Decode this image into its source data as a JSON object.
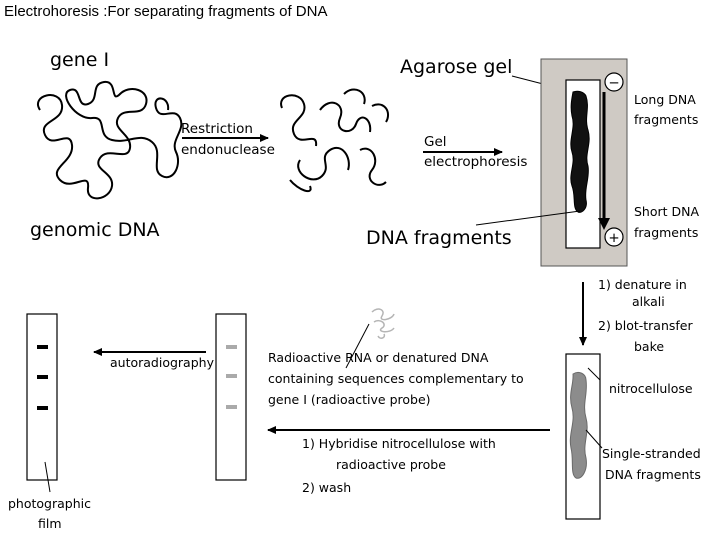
{
  "title": "Electrohoresis :For separating fragments of DNA",
  "labels": {
    "gene": "gene I",
    "genomic_dna": "genomic DNA",
    "restriction_line1": "Restriction",
    "restriction_line2": "endonuclease",
    "gel_line1": "Gel",
    "gel_line2": "electrophoresis",
    "agarose_gel": "Agarose gel",
    "dna_fragments": "DNA fragments",
    "long_line1": "Long DNA",
    "long_line2": "fragments",
    "short_line1": "Short DNA",
    "short_line2": "fragments",
    "minus": "−",
    "plus": "+",
    "step1_line1": "1) denature in",
    "step1_line2": "alkali",
    "step2_line1": "2) blot-transfer",
    "step2_line2": "bake",
    "nitrocellulose": "nitrocellulose",
    "ss_line1": "Single-stranded",
    "ss_line2": "DNA fragments",
    "hyb_line1": "1) Hybridise nitrocellulose with",
    "hyb_line2": "radioactive probe",
    "hyb_line3": "2) wash",
    "probe_line1": "Radioactive RNA or denatured DNA",
    "probe_line2": "containing sequences complementary to",
    "probe_line3": "gene I (radioactive probe)",
    "autoradiography": "autoradiography",
    "film_line1": "photographic",
    "film_line2": "film"
  }
}
